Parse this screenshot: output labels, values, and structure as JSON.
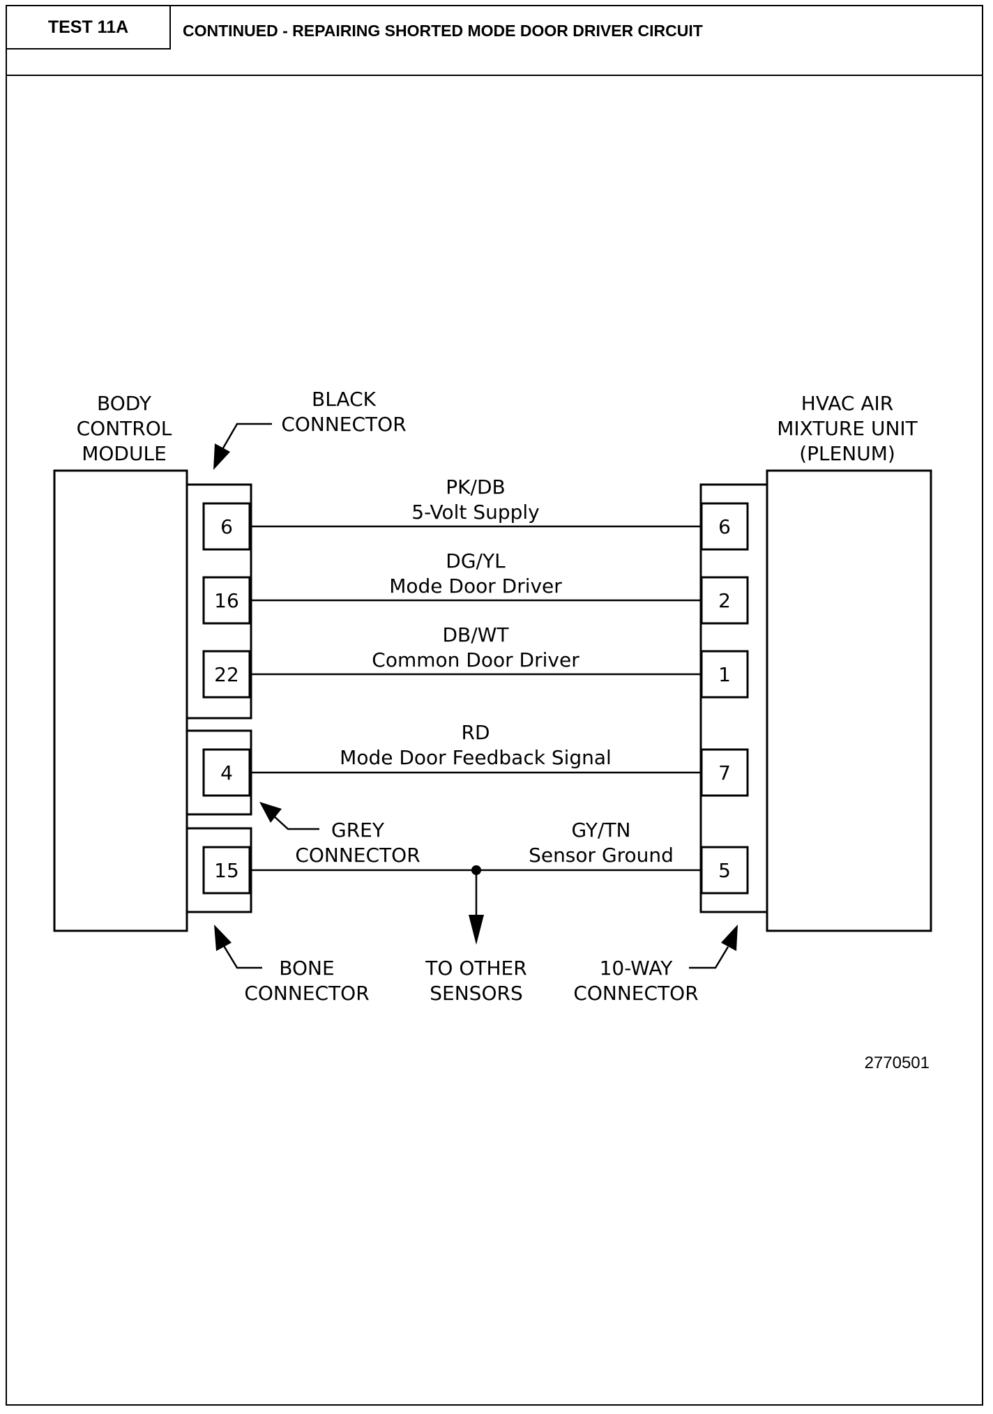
{
  "header": {
    "test_id": "TEST 11A",
    "title": "CONTINUED - REPAIRING SHORTED MODE DOOR DRIVER CIRCUIT"
  },
  "left_module": {
    "lines": [
      "BODY",
      "CONTROL",
      "MODULE"
    ]
  },
  "right_module": {
    "lines": [
      "HVAC AIR",
      "MIXTURE UNIT",
      "(PLENUM)"
    ]
  },
  "connectors": {
    "black": [
      "BLACK",
      "CONNECTOR"
    ],
    "grey": [
      "GREY",
      "CONNECTOR"
    ],
    "bone": [
      "BONE",
      "CONNECTOR"
    ],
    "ten_way": [
      "10-WAY",
      "CONNECTOR"
    ]
  },
  "circuits": [
    {
      "color": "PK/DB",
      "name": "5-Volt Supply",
      "left_pin": "6",
      "right_pin": "6"
    },
    {
      "color": "DG/YL",
      "name": "Mode Door Driver",
      "left_pin": "16",
      "right_pin": "2"
    },
    {
      "color": "DB/WT",
      "name": "Common Door Driver",
      "left_pin": "22",
      "right_pin": "1"
    },
    {
      "color": "RD",
      "name": "Mode Door Feedback Signal",
      "left_pin": "4",
      "right_pin": "7"
    },
    {
      "color": "GY/TN",
      "name": "Sensor Ground",
      "left_pin": "15",
      "right_pin": "5"
    }
  ],
  "splice_label": [
    "TO OTHER",
    "SENSORS"
  ],
  "figure_number": "2770501"
}
